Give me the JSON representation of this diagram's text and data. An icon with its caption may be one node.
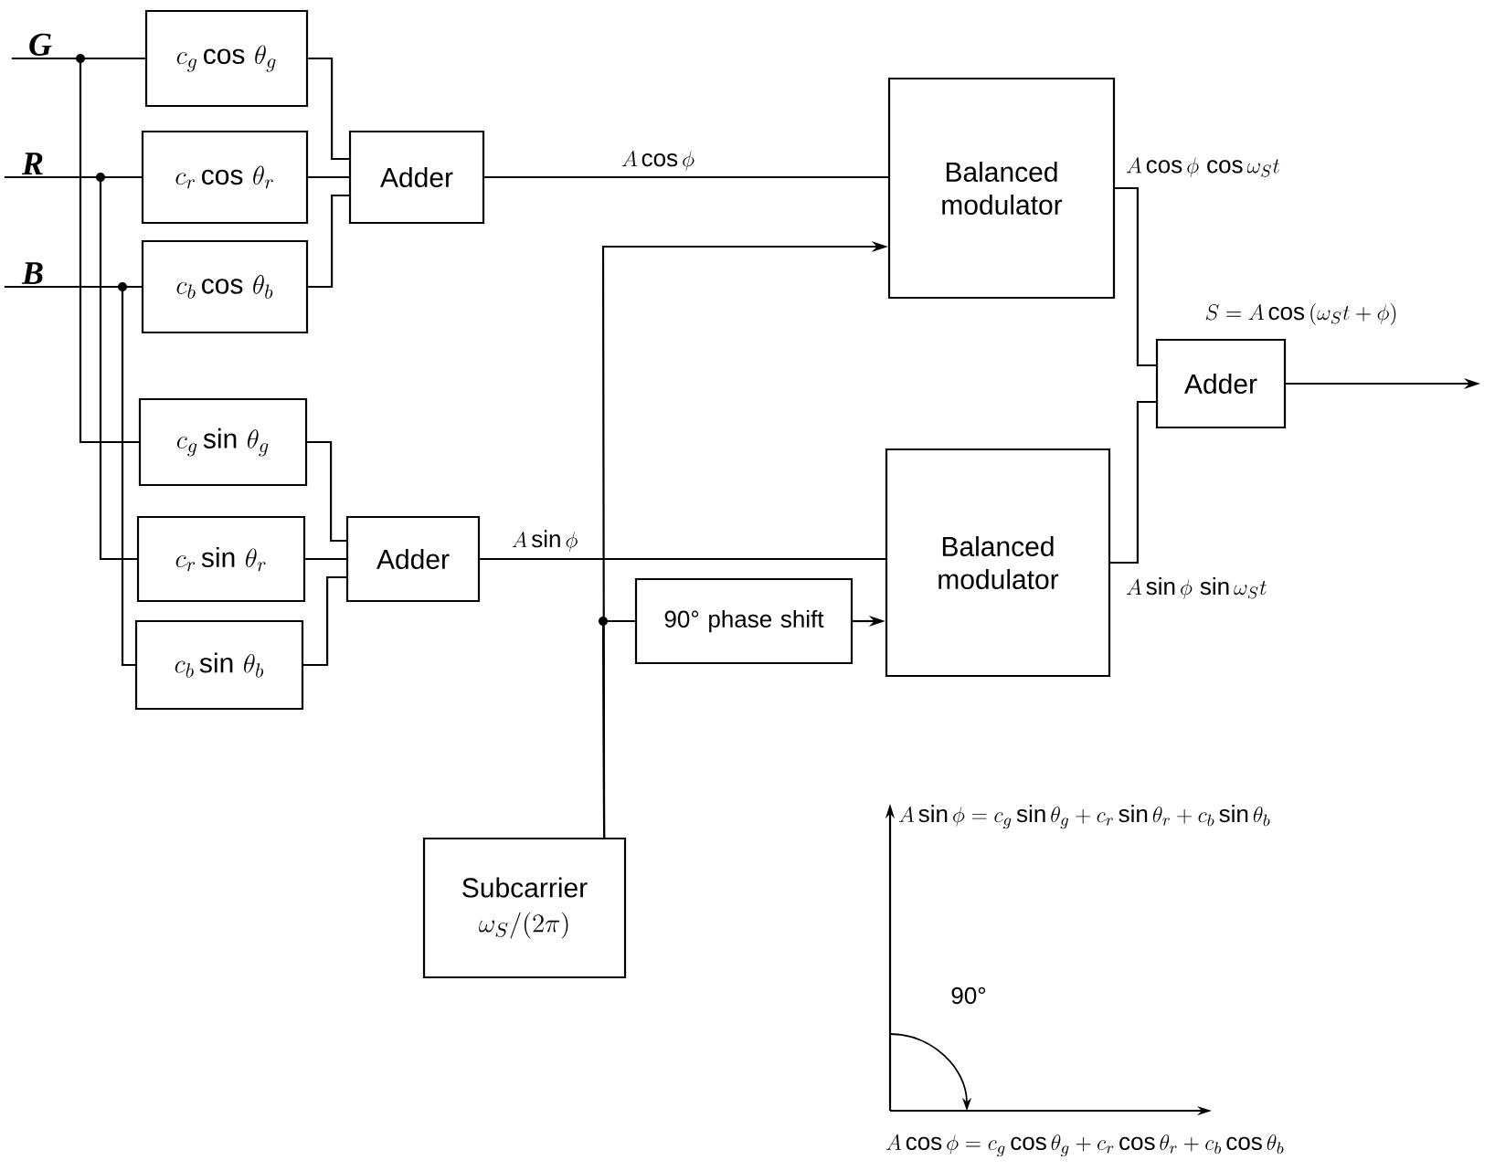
{
  "diagram": {
    "nodes": [
      {
        "text": [
          "G"
        ]
      },
      {
        "text": [
          "R"
        ]
      },
      {
        "text": [
          "B"
        ]
      },
      {
        "text": [
          "c_g \\cos\\,\\theta_g"
        ]
      },
      {
        "text": [
          "c_r \\cos\\,\\theta_r"
        ]
      },
      {
        "text": [
          "c_b \\cos\\,\\theta_b"
        ]
      },
      {
        "text": [
          "Adder"
        ]
      },
      {
        "text": [
          "c_g \\sin\\,\\theta_g"
        ]
      },
      {
        "text": [
          "c_r \\sin\\,\\theta_r"
        ]
      },
      {
        "text": [
          "c_b \\sin\\,\\theta_b"
        ]
      },
      {
        "text": [
          "Adder"
        ]
      },
      {
        "text": [
          "Balanced modulator"
        ]
      },
      {
        "text": [
          "Balanced modulator"
        ]
      },
      {
        "text": [
          "90° phase shift"
        ]
      },
      {
        "text": [
          "Subcarrier",
          "\\omega_S/(2\\pi)"
        ]
      },
      {
        "text": [
          "Adder"
        ]
      }
    ],
    "edges": [
      {
        "from": 0,
        "to": 3,
        "arrow": "none"
      },
      {
        "from": 0,
        "to": 7,
        "arrow": "none"
      },
      {
        "from": 1,
        "to": 4,
        "arrow": "none"
      },
      {
        "from": 1,
        "to": 8,
        "arrow": "none"
      },
      {
        "from": 2,
        "to": 5,
        "arrow": "none"
      },
      {
        "from": 2,
        "to": 9,
        "arrow": "none"
      },
      {
        "from": 3,
        "to": 6,
        "arrow": "none"
      },
      {
        "from": 4,
        "to": 6,
        "arrow": "none"
      },
      {
        "from": 5,
        "to": 6,
        "arrow": "none"
      },
      {
        "from": 7,
        "to": 10,
        "arrow": "none"
      },
      {
        "from": 8,
        "to": 10,
        "arrow": "none"
      },
      {
        "from": 9,
        "to": 10,
        "arrow": "none"
      },
      {
        "from": 6,
        "to": 11,
        "arrow": "none",
        "label": "A\\cos\\phi"
      },
      {
        "from": 10,
        "to": 12,
        "arrow": "none",
        "label": "A\\sin\\phi"
      },
      {
        "from": 14,
        "to": 11,
        "arrow": "to"
      },
      {
        "from": 14,
        "to": 13,
        "arrow": "none"
      },
      {
        "from": 13,
        "to": 12,
        "arrow": "to"
      },
      {
        "from": 11,
        "to": 15,
        "arrow": "none",
        "label": "A\\cos\\phi\\,\\cos\\omega_S t"
      },
      {
        "from": 12,
        "to": 15,
        "arrow": "none",
        "label": "A\\sin\\phi\\,\\sin\\omega_S t"
      },
      {
        "from": 15,
        "to": null,
        "arrow": "to",
        "label": "S=A\\cos\\,(\\omega_S t+\\phi)"
      }
    ],
    "labels": [
      "A\\sin\\phi = c_g\\sin\\theta_g + c_r\\sin\\theta_r + c_b\\sin\\theta_b",
      "90°",
      "A\\cos\\phi = c_g\\cos\\theta_g + c_r\\cos\\theta_r + c_b\\cos\\theta_b"
    ]
  }
}
